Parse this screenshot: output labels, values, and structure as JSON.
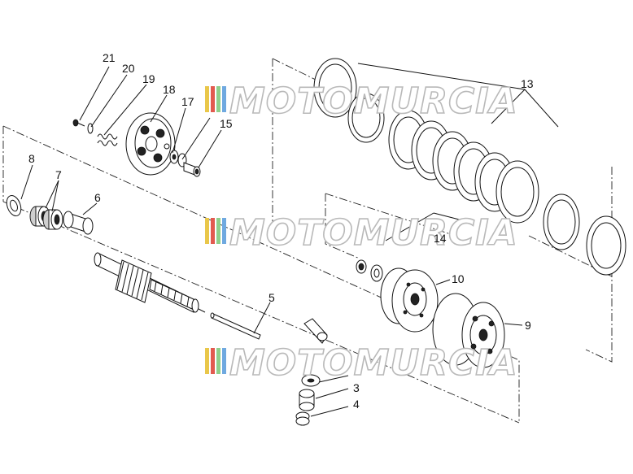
{
  "diagram": {
    "labels": {
      "p21": "21",
      "p20": "20",
      "p19": "19",
      "p18": "18",
      "p17": "17",
      "p15": "15",
      "p13": "13",
      "p14": "14",
      "p8": "8",
      "p7": "7",
      "p6": "6",
      "p10": "10",
      "p9": "9",
      "p5": "5",
      "p3": "3",
      "p4": "4"
    },
    "watermark": {
      "text": "MOTOMURCIA",
      "colors": [
        "#e9c74a",
        "#e25a4f",
        "#8fcf8a",
        "#6fa9e0"
      ]
    }
  }
}
